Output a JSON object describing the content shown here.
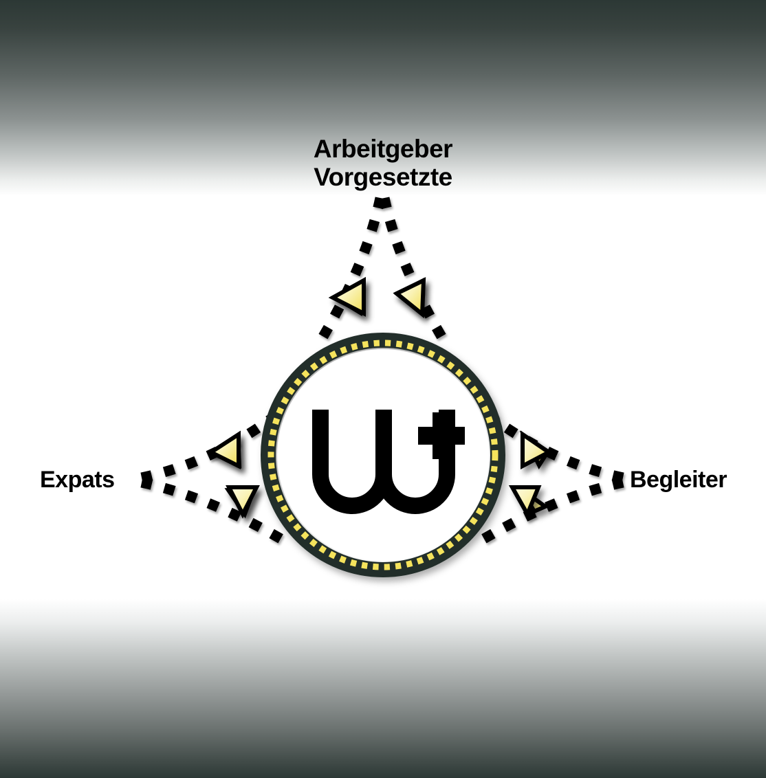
{
  "diagram": {
    "title_top_line1": "Arbeitgeber",
    "title_top_line2": "Vorgesetzte",
    "label_left": "Expats",
    "label_right": "Begleiter",
    "center_logo_text": "w+",
    "center_logo_name": "w-plus-logo"
  },
  "colors": {
    "background_dark": "#2c3835",
    "background_light": "#ffffff",
    "ring_dark": "#232e2a",
    "ring_dash_yellow": "#f5e35c",
    "arrow_fill_light": "#fdf8d0",
    "arrow_fill_yellow": "#f2e15e",
    "arrow_stroke": "#000000",
    "connector_dash": "#000000",
    "text": "#000000"
  },
  "structure": {
    "nodes": [
      {
        "id": "employer",
        "label": "Arbeitgeber Vorgesetzte",
        "position": "top"
      },
      {
        "id": "expats",
        "label": "Expats",
        "position": "left"
      },
      {
        "id": "companions",
        "label": "Begleiter",
        "position": "right"
      },
      {
        "id": "hub",
        "label": "w+",
        "position": "center"
      }
    ],
    "connector_count": 6,
    "arrow_count": 6
  },
  "chart_data": {
    "type": "diagram",
    "title": "w+ stakeholder relationship diagram",
    "center": "w+",
    "categories": [
      "Arbeitgeber Vorgesetzte",
      "Expats",
      "Begleiter"
    ],
    "edges": [
      {
        "from": "Arbeitgeber Vorgesetzte",
        "to": "w+",
        "branches": 2
      },
      {
        "from": "Expats",
        "to": "w+",
        "branches": 2
      },
      {
        "from": "Begleiter",
        "to": "w+",
        "branches": 2
      }
    ]
  }
}
